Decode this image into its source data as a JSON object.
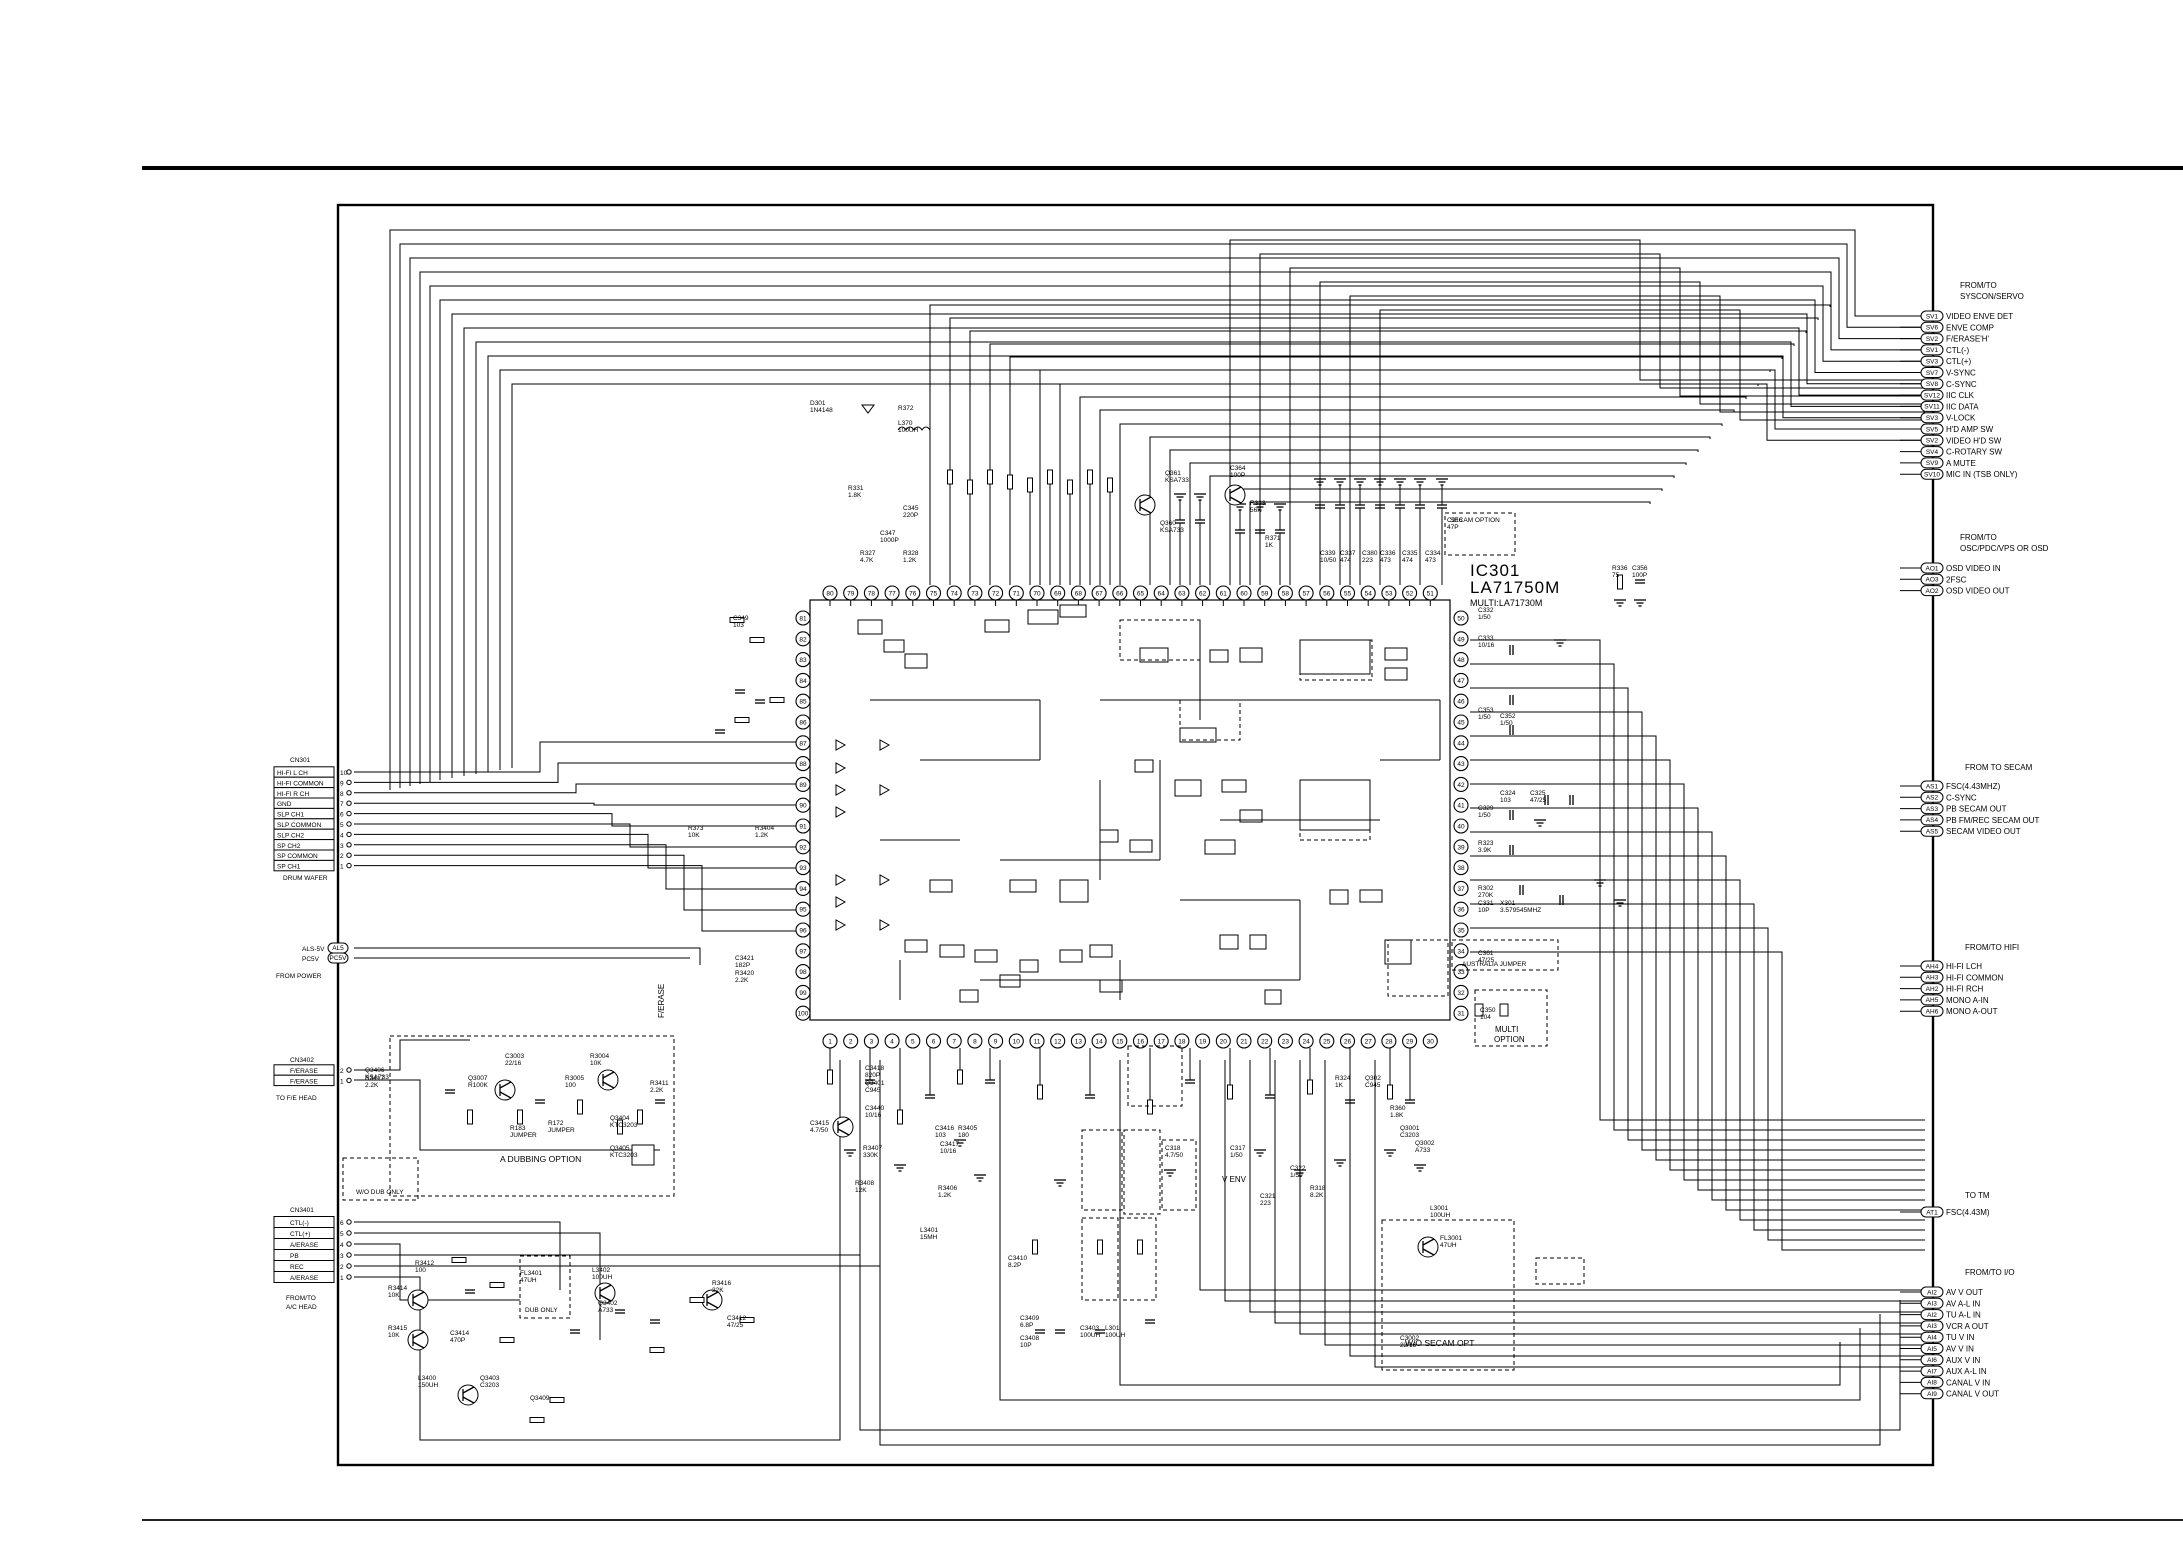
{
  "ic": {
    "ref": "IC301",
    "part": "LA71750M",
    "variant": "MULTI:LA71730M"
  },
  "top_pins": [
    "80",
    "79",
    "78",
    "77",
    "76",
    "75",
    "74",
    "73",
    "72",
    "71",
    "70",
    "69",
    "68",
    "67",
    "66",
    "65",
    "64",
    "63",
    "62",
    "61",
    "60",
    "59",
    "58",
    "57",
    "56",
    "55",
    "54",
    "53",
    "52",
    "51"
  ],
  "bottom_pins": [
    "1",
    "2",
    "3",
    "4",
    "5",
    "6",
    "7",
    "8",
    "9",
    "10",
    "11",
    "12",
    "13",
    "14",
    "15",
    "16",
    "17",
    "18",
    "19",
    "20",
    "21",
    "22",
    "23",
    "24",
    "25",
    "26",
    "27",
    "28",
    "29",
    "30"
  ],
  "left_pins": [
    "81",
    "82",
    "83",
    "84",
    "85",
    "86",
    "87",
    "88",
    "89",
    "90",
    "91",
    "92",
    "93",
    "94",
    "95",
    "96",
    "97",
    "98",
    "99",
    "100"
  ],
  "right_pins": [
    "50",
    "49",
    "48",
    "47",
    "46",
    "45",
    "44",
    "43",
    "42",
    "41",
    "40",
    "39",
    "38",
    "37",
    "36",
    "35",
    "34",
    "33",
    "32",
    "31"
  ],
  "groups": {
    "syscon": {
      "title": "FROM/TO\nSYSCON/SERVO",
      "items": [
        {
          "code": "SV1",
          "label": "VIDEO ENVE DET"
        },
        {
          "code": "SV6",
          "label": "ENVE COMP"
        },
        {
          "code": "SV2",
          "label": "F/ERASE'H'"
        },
        {
          "code": "SV1",
          "label": "CTL(-)"
        },
        {
          "code": "SV3",
          "label": "CTL(+)"
        },
        {
          "code": "SV7",
          "label": "V-SYNC"
        },
        {
          "code": "SV8",
          "label": "C-SYNC"
        },
        {
          "code": "SV12",
          "label": "IIC CLK"
        },
        {
          "code": "SV11",
          "label": "IIC DATA"
        },
        {
          "code": "SV3",
          "label": "V-LOCK"
        },
        {
          "code": "SV5",
          "label": "H'D AMP SW"
        },
        {
          "code": "SV2",
          "label": "VIDEO H'D SW"
        },
        {
          "code": "SV4",
          "label": "C-ROTARY SW"
        },
        {
          "code": "SV9",
          "label": "A MUTE"
        },
        {
          "code": "SV10",
          "label": "MIC IN (TSB ONLY)"
        }
      ]
    },
    "osd": {
      "title": "FROM/TO\nOSC/PDC/VPS OR OSD",
      "items": [
        {
          "code": "AO1",
          "label": "OSD VIDEO IN"
        },
        {
          "code": "AO3",
          "label": "2FSC"
        },
        {
          "code": "AO2",
          "label": "OSD VIDEO OUT"
        }
      ]
    },
    "secam": {
      "title": "FROM TO SECAM",
      "items": [
        {
          "code": "AS1",
          "label": "FSC(4.43MHZ)"
        },
        {
          "code": "AS2",
          "label": "C-SYNC"
        },
        {
          "code": "AS3",
          "label": "PB SECAM OUT"
        },
        {
          "code": "AS4",
          "label": "PB FM/REC SECAM OUT"
        },
        {
          "code": "AS5",
          "label": "SECAM VIDEO OUT"
        }
      ]
    },
    "hifi": {
      "title": "FROM/TO HIFI",
      "items": [
        {
          "code": "AH4",
          "label": "HI-FI LCH"
        },
        {
          "code": "AH3",
          "label": "HI-FI COMMON"
        },
        {
          "code": "AH2",
          "label": "HI-FI RCH"
        },
        {
          "code": "AH5",
          "label": "MONO A-IN"
        },
        {
          "code": "AH6",
          "label": "MONO A-OUT"
        }
      ]
    },
    "tm": {
      "title": "TO TM",
      "items": [
        {
          "code": "AT1",
          "label": "FSC(4.43M)"
        }
      ]
    },
    "io": {
      "title": "FROM/TO I/O",
      "items": [
        {
          "code": "AI2",
          "label": "AV V OUT"
        },
        {
          "code": "AI3",
          "label": "AV A-L IN"
        },
        {
          "code": "AI2",
          "label": "TU A-L IN"
        },
        {
          "code": "AI3",
          "label": "VCR A OUT"
        },
        {
          "code": "AI4",
          "label": "TU V IN"
        },
        {
          "code": "AI5",
          "label": "AV V IN"
        },
        {
          "code": "AI6",
          "label": "AUX V IN"
        },
        {
          "code": "AI7",
          "label": "AUX A-L IN"
        },
        {
          "code": "AI8",
          "label": "CANAL V IN"
        },
        {
          "code": "AI9",
          "label": "CANAL V OUT"
        }
      ]
    }
  },
  "cn301": {
    "ref": "CN301",
    "caption": "DRUM WAFER",
    "rows": [
      {
        "name": "HI-FI L CH",
        "pin": "10"
      },
      {
        "name": "HI-FI COMMON",
        "pin": "9"
      },
      {
        "name": "HI-FI R CH",
        "pin": "8"
      },
      {
        "name": "GND",
        "pin": "7"
      },
      {
        "name": "SLP CH1",
        "pin": "6"
      },
      {
        "name": "SLP COMMON",
        "pin": "5"
      },
      {
        "name": "SLP CH2",
        "pin": "4"
      },
      {
        "name": "SP CH2",
        "pin": "3"
      },
      {
        "name": "SP COMMON",
        "pin": "2"
      },
      {
        "name": "SP CH1",
        "pin": "1"
      }
    ]
  },
  "power": {
    "items": [
      {
        "code": "AL5",
        "label": "ALS-5V"
      },
      {
        "code": "PC5V",
        "label": "PC5V"
      }
    ],
    "caption": "FROM POWER"
  },
  "cn3402": {
    "ref": "CN3402",
    "caption": "TO F/E HEAD",
    "rows": [
      {
        "name": "F/ERASE",
        "pin": "2"
      },
      {
        "name": "F/ERASE",
        "pin": "1"
      }
    ]
  },
  "cn3401": {
    "ref": "CN3401",
    "caption": "FROM/TO\nA/C HEAD",
    "rows": [
      {
        "name": "CTL(-)",
        "pin": "6"
      },
      {
        "name": "CTL(+)",
        "pin": "5"
      },
      {
        "name": "A/ERASE",
        "pin": "4"
      },
      {
        "name": "PB",
        "pin": "3"
      },
      {
        "name": "REC",
        "pin": "2"
      },
      {
        "name": "A/ERASE",
        "pin": "1"
      }
    ]
  },
  "options": {
    "dubbing": "A DUBBING OPTION",
    "wo_dub": "W/O DUB ONLY",
    "dub_only": "DUB ONLY",
    "wo_secam": "W/O SECAM OPT",
    "multi": "MULTI\nOPTION",
    "secam_opt": "SECAM OPTION",
    "australia": "AUSTRALIA JUMPER",
    "fe_erase": "F/ERASE",
    "v_env": "V ENV"
  },
  "components": [
    {
      "ref": "D301",
      "val": "1N4148"
    },
    {
      "ref": "R372",
      "val": ""
    },
    {
      "ref": "L370",
      "val": "100UH"
    },
    {
      "ref": "R331",
      "val": "1.8K"
    },
    {
      "ref": "C347",
      "val": "1000P"
    },
    {
      "ref": "C345",
      "val": "220P"
    },
    {
      "ref": "R328",
      "val": "1.2K"
    },
    {
      "ref": "R327",
      "val": "4.7K"
    },
    {
      "ref": "C349",
      "val": "103"
    },
    {
      "ref": "R333",
      "val": "56K"
    },
    {
      "ref": "Q360",
      "val": "KSA733"
    },
    {
      "ref": "Q361",
      "val": "KSA733"
    },
    {
      "ref": "C364",
      "val": "100P"
    },
    {
      "ref": "R371",
      "val": "1K"
    },
    {
      "ref": "C339",
      "val": "10/50"
    },
    {
      "ref": "C337",
      "val": "474"
    },
    {
      "ref": "C380",
      "val": "223"
    },
    {
      "ref": "C336",
      "val": "473"
    },
    {
      "ref": "C335",
      "val": "474"
    },
    {
      "ref": "C334",
      "val": "473"
    },
    {
      "ref": "C316",
      "val": "47P"
    },
    {
      "ref": "R336",
      "val": "75"
    },
    {
      "ref": "C356",
      "val": "100P"
    },
    {
      "ref": "C332",
      "val": "1/50"
    },
    {
      "ref": "C333",
      "val": "10/16"
    },
    {
      "ref": "C353",
      "val": "1/50"
    },
    {
      "ref": "C352",
      "val": "1/50"
    },
    {
      "ref": "C324",
      "val": "103"
    },
    {
      "ref": "C325",
      "val": "47/25"
    },
    {
      "ref": "C329",
      "val": "1/50"
    },
    {
      "ref": "R323",
      "val": "3.9K"
    },
    {
      "ref": "R302",
      "val": "270K"
    },
    {
      "ref": "C331",
      "val": "10P"
    },
    {
      "ref": "X301",
      "val": "3.579545MHZ"
    },
    {
      "ref": "C361",
      "val": "47/25"
    },
    {
      "ref": "C350",
      "val": "104"
    },
    {
      "ref": "R373",
      "val": "10K"
    },
    {
      "ref": "R3404",
      "val": "1.2K"
    },
    {
      "ref": "C3421",
      "val": "182P"
    },
    {
      "ref": "R3420",
      "val": "2.2K"
    },
    {
      "ref": "C3418",
      "val": "820P"
    },
    {
      "ref": "Q3401",
      "val": "C945"
    },
    {
      "ref": "C3440",
      "val": "10/16"
    },
    {
      "ref": "C3415",
      "val": "4.7/50"
    },
    {
      "ref": "R3407",
      "val": "330K"
    },
    {
      "ref": "R3408",
      "val": "12K"
    },
    {
      "ref": "C3416",
      "val": "103"
    },
    {
      "ref": "R3405",
      "val": "180"
    },
    {
      "ref": "C3417",
      "val": "10/16"
    },
    {
      "ref": "R3406",
      "val": "1.2K"
    },
    {
      "ref": "L3401",
      "val": "15MH"
    },
    {
      "ref": "C3410",
      "val": "8.2P"
    },
    {
      "ref": "C3409",
      "val": "6.8P"
    },
    {
      "ref": "C3408",
      "val": "10P"
    },
    {
      "ref": "C3403",
      "val": "100UH"
    },
    {
      "ref": "L301",
      "val": "100UH"
    },
    {
      "ref": "C318",
      "val": "4.7/50"
    },
    {
      "ref": "C317",
      "val": "1/50"
    },
    {
      "ref": "C321",
      "val": "223"
    },
    {
      "ref": "C322",
      "val": "1/50"
    },
    {
      "ref": "R318",
      "val": "8.2K"
    },
    {
      "ref": "R324",
      "val": "1K"
    },
    {
      "ref": "Q302",
      "val": "C945"
    },
    {
      "ref": "R360",
      "val": "1.8K"
    },
    {
      "ref": "Q3001",
      "val": "C3203"
    },
    {
      "ref": "Q3002",
      "val": "A733"
    },
    {
      "ref": "L3001",
      "val": "100UH"
    },
    {
      "ref": "FL3001",
      "val": "47UH"
    },
    {
      "ref": "C3002",
      "val": "22/16"
    },
    {
      "ref": "C3003",
      "val": "22/16"
    },
    {
      "ref": "R3004",
      "val": "10K"
    },
    {
      "ref": "R3005",
      "val": "100"
    },
    {
      "ref": "Q3007",
      "val": "R100K"
    },
    {
      "ref": "R183",
      "val": "JUMPER"
    },
    {
      "ref": "R172",
      "val": "JUMPER"
    },
    {
      "ref": "R3411",
      "val": "2.2K"
    },
    {
      "ref": "Q3404",
      "val": "KTC3203"
    },
    {
      "ref": "Q3405",
      "val": "KTC3203"
    },
    {
      "ref": "Q3406",
      "val": "KSA733"
    },
    {
      "ref": "R3417",
      "val": "2.2K"
    },
    {
      "ref": "R3412",
      "val": "100"
    },
    {
      "ref": "R3414",
      "val": "10K"
    },
    {
      "ref": "R3415",
      "val": "10K"
    },
    {
      "ref": "C3414",
      "val": "470P"
    },
    {
      "ref": "L3400",
      "val": "150UH"
    },
    {
      "ref": "Q3403",
      "val": "C3203"
    },
    {
      "ref": "FL3401",
      "val": "47UH"
    },
    {
      "ref": "L3402",
      "val": "100UH"
    },
    {
      "ref": "Q3402",
      "val": "A733"
    },
    {
      "ref": "R3416",
      "val": "22K"
    },
    {
      "ref": "C3412",
      "val": "47/25"
    },
    {
      "ref": "Q3409",
      "val": ""
    }
  ]
}
